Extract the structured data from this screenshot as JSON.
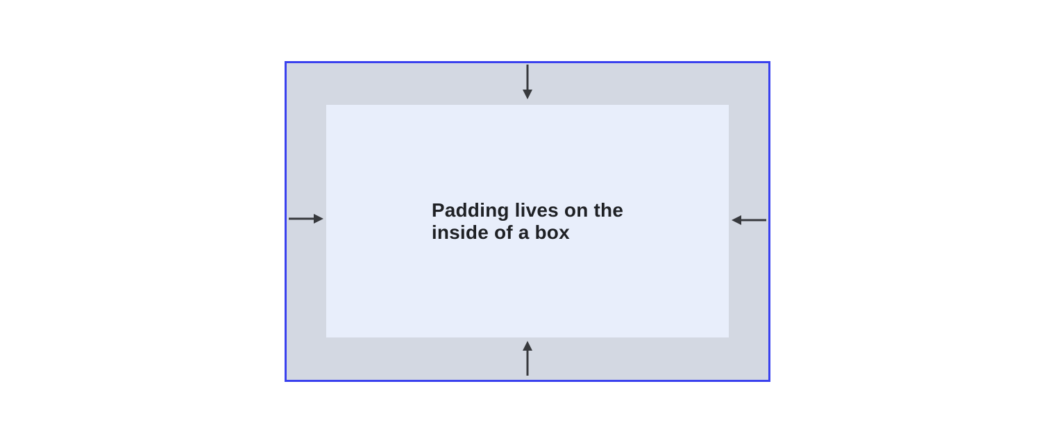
{
  "figure": {
    "caption": "Padding lives on the\ninside of a box",
    "description": "Box model padding diagram: outer bordered box with padding area and inner content box; four arrows point inward from each edge to the content box"
  },
  "colors": {
    "page_background": "#ffffff",
    "box_border": "#3a41ee",
    "padding_area_background": "#d3d8e2",
    "content_box_background": "#e8eefb",
    "arrow": "#37393d",
    "caption_text": "#1f2125"
  },
  "arrows": [
    {
      "name": "top-inward-arrow",
      "direction": "down"
    },
    {
      "name": "bottom-inward-arrow",
      "direction": "up"
    },
    {
      "name": "left-inward-arrow",
      "direction": "right"
    },
    {
      "name": "right-inward-arrow",
      "direction": "left"
    }
  ]
}
